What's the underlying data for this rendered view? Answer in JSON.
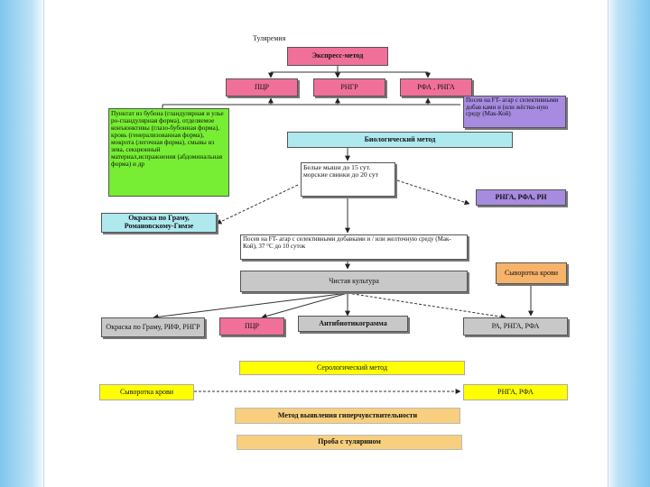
{
  "title": "Туляремия",
  "nodes": {
    "ekspress": "Экспресс-метод",
    "pcr_top": "ПЦР",
    "rpgr": "РНГР",
    "rfa_rnga": "РФА , РНГА",
    "posev_ft": "Посев на FT- агар с селективными добав ками и (или жёстко-ную среду (Мак-Кой)",
    "punktat": "Пунктат из бубона (гландулярная и улье ро-гландулярная форма), отделяемое конъюнктивы (глазо-бубонная форма), кровь (генерализованная форма), мокрота (легочная форма), смывы из зева, секционный материал,испражнения (абдоминальная форма) и др",
    "biologicheskiy": "Биологический метод",
    "belye_myshi": "Белые мыши до 15 сут. морские свинки до 20 сут",
    "rnga_rfa_rn": "РНГА, РФА, РН",
    "okraska_gram_1": "Окраска по Граму, Романовскому-Гимзе",
    "posev_ft_2": "Посев на FT- агар с селективными добавками и / или желточную среду (Мак-Кой), 37 °С до 10 суток",
    "chistaya": "Чистая культура",
    "syvorotka_krovi_1": "Сыворотка крови",
    "okraska_gram_2": "Окраска по Граму, РИФ, РНГР",
    "pcr_bottom": "ПЦР",
    "antibiotiko": "Антибиотикограмма",
    "ra_rnga_rfa": "РА, РНГА, РФА",
    "serologicheskiy": "Серологический метод",
    "syvorotka_krovi_2": "Сыворотка крови",
    "rnga_rfa_2": "РНГА, РФА",
    "metod_giper": "Метод выявления гиперчувствительности",
    "proba": "Проба с тулярином"
  },
  "colors": {
    "pink": "#f0709a",
    "lilac": "#a78be0",
    "green": "#77ee33",
    "cyan": "#aee9f0",
    "gray": "#c8c8c8",
    "orange": "#f6b36a",
    "yellow": "#ffff00",
    "peach": "#f7cf7e"
  }
}
